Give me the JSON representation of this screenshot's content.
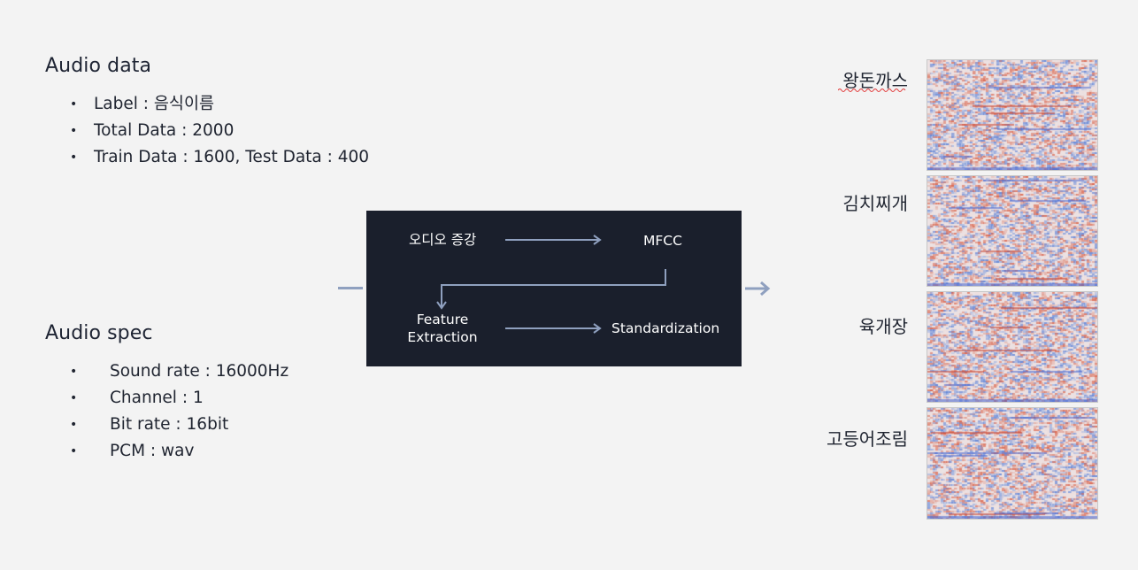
{
  "audio_data": {
    "title": "Audio data",
    "items": [
      "Label : 음식이름",
      "Total Data : 2000",
      "Train Data : 1600,  Test Data : 400"
    ]
  },
  "audio_spec": {
    "title": "Audio spec",
    "items": [
      "Sound rate : 16000Hz",
      "Channel : 1",
      "Bit rate : 16bit",
      "PCM : wav"
    ]
  },
  "pipeline": {
    "augmentation": "오디오 증강",
    "mfcc": "MFCC",
    "feature_extraction_line1": "Feature",
    "feature_extraction_line2": "Extraction",
    "standardization": "Standardization"
  },
  "spectrograms": [
    {
      "label": "왕돈까스"
    },
    {
      "label": "김치찌개"
    },
    {
      "label": "육개장"
    },
    {
      "label": "고등어조림"
    }
  ],
  "colors": {
    "pipeline_bg": "#1a1f2c",
    "arrow": "#8fa0bf",
    "spec_red": "#d9563b",
    "spec_blue": "#5b7fd6"
  }
}
